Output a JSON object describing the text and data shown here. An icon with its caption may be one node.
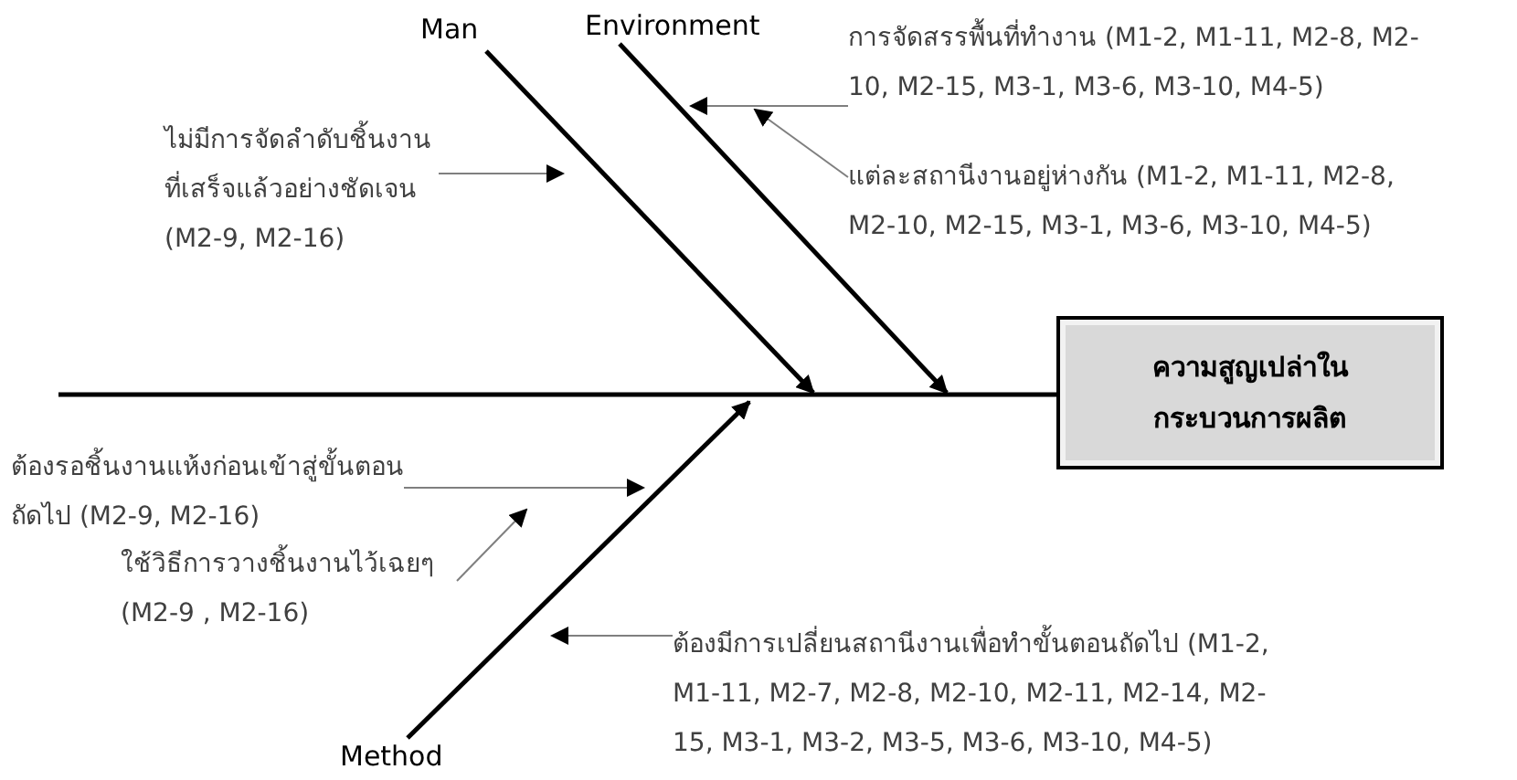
{
  "diagram": {
    "nodes": [
      {
        "text": [
          "Man"
        ]
      },
      {
        "text": [
          "Environment"
        ]
      },
      {
        "text": [
          "การจัดสรรพื้นที่ทำงาน (M1-2, M1-11, M2-8, M2-10, M2-15, M3-1, M3-6, M3-10, M4-5)"
        ]
      },
      {
        "text": [
          "แต่ละสถานีงานอยู่ห่างกัน (M1-2, M1-11, M2-8, M2-10, M2-15, M3-1, M3-6, M3-10, M4-5)"
        ]
      },
      {
        "text": [
          "ไม่มีการจัดลำดับชิ้นงานที่เสร็จแล้วอย่างชัดเจน (M2-9, M2-16)"
        ]
      },
      {
        "text": [
          "ความสูญเปล่าในกระบวนการผลิต"
        ]
      },
      {
        "text": [
          "ต้องรอชิ้นงานแห้งก่อนเข้าสู่ขั้นตอนถัดไป (M2-9, M2-16)"
        ]
      },
      {
        "text": [
          "ใช้วิธีการวางชิ้นงานไว้เฉยๆ (M2-9 , M2-16)"
        ]
      },
      {
        "text": [
          "ต้องมีการเปลี่ยนสถานีงานเพื่อทำขั้นตอนถัดไป (M1-2, M1-11, M2-7, M2-8, M2-10, M2-11, M2-14, M2-15, M3-1, M3-2, M3-5, M3-6, M3-10, M4-5)"
        ]
      },
      {
        "text": [
          "Method"
        ]
      }
    ],
    "edges": [
      {
        "from": null,
        "to": 5,
        "arrow": "none",
        "style": "thick",
        "color": "#000000"
      },
      {
        "from": 0,
        "to": null,
        "arrow": "to",
        "style": "thick",
        "color": "#000000"
      },
      {
        "from": 1,
        "to": null,
        "arrow": "to",
        "style": "thick",
        "color": "#000000"
      },
      {
        "from": 9,
        "to": null,
        "arrow": "to",
        "style": "thick",
        "color": "#000000"
      },
      {
        "from": 2,
        "to": null,
        "arrow": "to"
      },
      {
        "from": 3,
        "to": null,
        "arrow": "to"
      },
      {
        "from": 4,
        "to": null,
        "arrow": "to"
      },
      {
        "from": 6,
        "to": null,
        "arrow": "to"
      },
      {
        "from": 7,
        "to": null,
        "arrow": "to"
      },
      {
        "from": 8,
        "to": null,
        "arrow": "to"
      }
    ]
  }
}
